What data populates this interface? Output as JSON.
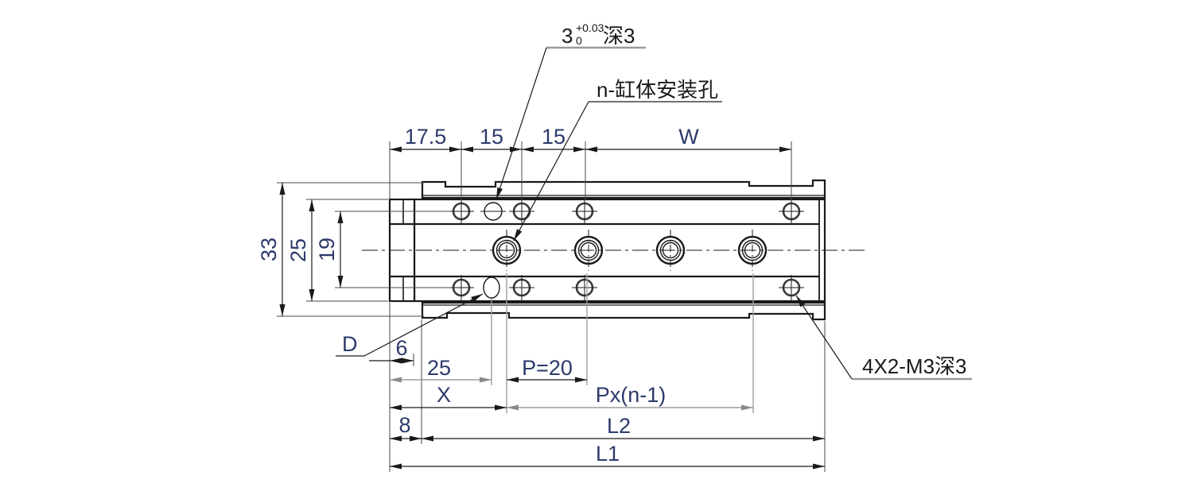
{
  "drawing": {
    "type": "engineering-drawing",
    "subject": "pneumatic slide cylinder top view with mounting hole dimensions",
    "background_color": "#ffffff",
    "outline_color": "#1a1a1a",
    "dim_text_color": "#2c3a6b",
    "gray_line_color": "#a0a0a0",
    "labels": {
      "tolerance_base": "3",
      "tolerance_sup": "+0.03",
      "tolerance_sub": "0",
      "tolerance_suffix": "深3",
      "mounting_hole_note": "n-缸体安装孔",
      "thread_note": "4X2-M3深3",
      "d_label": "D"
    },
    "dimensions": {
      "top_1": "17.5",
      "top_2": "15",
      "top_3": "15",
      "top_4": "W",
      "left_1": "33",
      "left_2": "25",
      "left_3": "19",
      "bottom_6": "6",
      "bottom_25": "25",
      "bottom_p": "P=20",
      "bottom_x": "X",
      "bottom_pxn": "Px(n-1)",
      "bottom_8": "8",
      "bottom_l2": "L2",
      "bottom_l1": "L1"
    }
  }
}
